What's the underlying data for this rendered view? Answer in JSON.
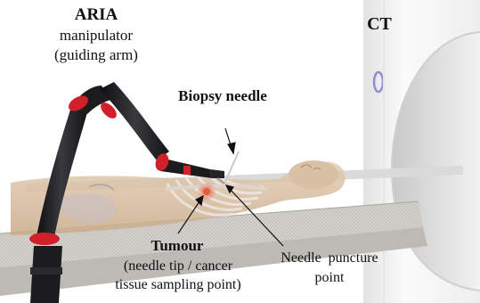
{
  "labels": {
    "aria_title": "ARIA",
    "aria_line2": "manipulator",
    "aria_line3": "(guiding arm)",
    "ct": "CT",
    "biopsy_needle": "Biopsy needle",
    "tumour_title": "Tumour",
    "tumour_line2": "(needle tip / cancer",
    "tumour_line3": "tissue sampling point)",
    "puncture_line1": "Needle  puncture",
    "puncture_line2": "point"
  },
  "colors": {
    "robot_black": "#1c1c1e",
    "robot_red": "#d2202a",
    "body_tan": "#d6bc9f",
    "ct_gantry": "#f1f1f1",
    "ct_ring": "#8d8ed2",
    "table_mesh": "#c8c6c2",
    "text": "#111111"
  }
}
